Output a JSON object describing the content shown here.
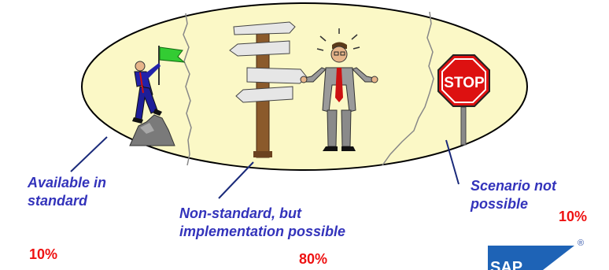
{
  "sections": [
    {
      "label_line1": "Available in",
      "label_line2": "standard",
      "percent": "10%",
      "icon": "mountain-climber-with-flag"
    },
    {
      "label_line1": "Non-standard, but",
      "label_line2": "implementation possible",
      "percent": "80%",
      "icon": "signpost-and-confused-man"
    },
    {
      "label_line1": "Scenario not",
      "label_line2": "possible",
      "percent": "10%",
      "icon": "stop-sign"
    }
  ],
  "stop_sign_text": "STOP",
  "logo": {
    "text": "SAP",
    "registered": "®"
  },
  "colors": {
    "ellipse_fill": "#fbf8c6",
    "label_blue": "#3333bb",
    "percent_red": "#ee1111",
    "logo_blue": "#1e63b6"
  }
}
